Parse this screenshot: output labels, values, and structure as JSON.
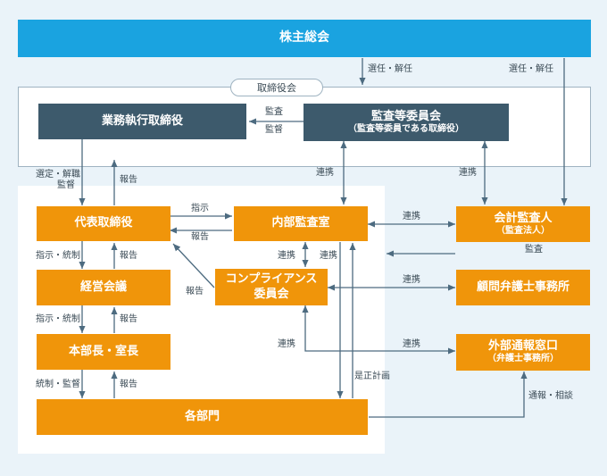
{
  "boxes": {
    "shareholders": "株主総会",
    "board": "取締役会",
    "exec_directors": "業務執行取締役",
    "audit_committee": "監査等委員会",
    "audit_committee_sub": "（監査等委員である取締役）",
    "representative": "代表取締役",
    "internal_audit": "内部監査室",
    "accounting_auditor": "会計監査人",
    "accounting_auditor_sub": "（監査法人）",
    "management_meeting": "経営会議",
    "compliance_committee_l1": "コンプライアンス",
    "compliance_committee_l2": "委員会",
    "legal_counsel": "顧問弁護士事務所",
    "division_heads": "本部長・室長",
    "whistleblower": "外部通報窓口",
    "whistleblower_sub": "（弁護士事務所）",
    "departments": "各部門"
  },
  "labels": {
    "elect_dismiss_1": "選任・解任",
    "elect_dismiss_2": "選任・解任",
    "audit": "監査",
    "supervise": "監督",
    "appoint_l1": "選定・解職",
    "appoint_l2": "監督",
    "report_1": "報告",
    "coop_1": "連携",
    "coop_2": "連携",
    "instruct": "指示",
    "report_2": "報告",
    "coop_3": "連携",
    "audit_2": "監査",
    "instruct_control_1": "指示・統制",
    "report_3": "報告",
    "coop_4": "連携",
    "coop_5": "連携",
    "report_4": "報告",
    "coop_6": "連携",
    "instruct_control_2": "指示・統制",
    "report_5": "報告",
    "coop_7": "連携",
    "coop_8": "連携",
    "correction_plan": "是正計画",
    "control_supervise": "統制・監督",
    "report_6": "報告",
    "report_consult": "通報・相談"
  },
  "colors": {
    "blue": "#1aa3e0",
    "navy": "#3d5a6c",
    "orange": "#f0950a",
    "arrow": "#4d6b80",
    "background": "#eaf3f9"
  }
}
